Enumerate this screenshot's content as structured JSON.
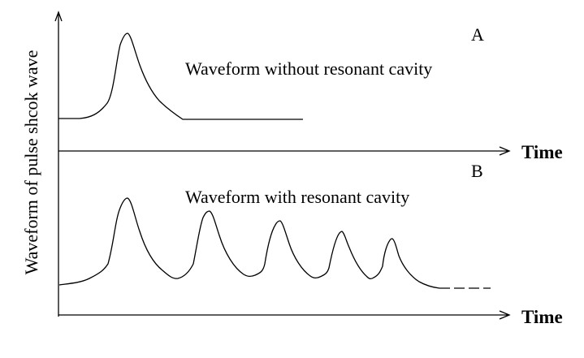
{
  "ylabel": "Waveform of pulse shcok wave",
  "panel_a": {
    "letter": "A",
    "caption": "Waveform without resonant cavity",
    "axis_label": "Time"
  },
  "panel_b": {
    "letter": "B",
    "caption": "Waveform with resonant cavity",
    "axis_label": "Time"
  },
  "colors": {
    "line": "#000000",
    "background": "#ffffff"
  }
}
